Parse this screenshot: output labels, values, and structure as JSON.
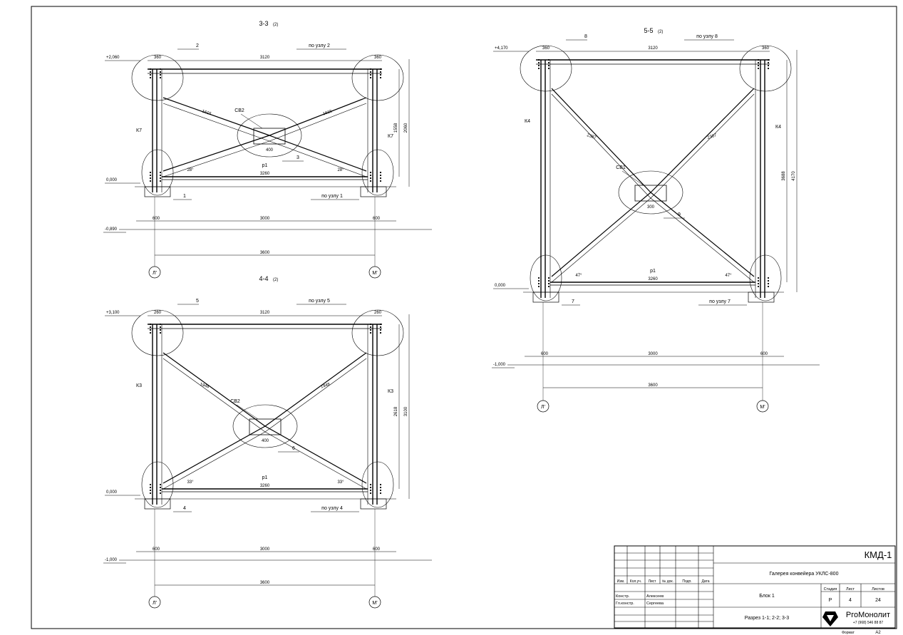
{
  "colors": {
    "line": "#000000",
    "paper": "#ffffff"
  },
  "views": [
    {
      "title": "3-3",
      "title_suffix": "(2)",
      "elev_top": "+2,060",
      "elev_base": "0,000",
      "elev_bottom": "-0,890",
      "node_top_left": "2",
      "node_top_right": "по узлу 2",
      "node_mid": "3",
      "node_bot_left": "1",
      "node_bot_right": "по узлу 1",
      "col_left": "К7",
      "col_right": "К7",
      "brace": "СВ2",
      "beam": "р1",
      "beam_len": "3260",
      "top_span": "3120",
      "base_left": "600",
      "base_mid": "3000",
      "base_right": "600",
      "axis_span": "3600",
      "top_plate": "360",
      "brace_len_l": "1615",
      "brace_len_r": "1615",
      "mid_plate": "400",
      "height_right": "2060",
      "height_sub": "1558",
      "angle_l": "28°",
      "angle_r": "28°",
      "axis_left": "Л'",
      "axis_right": "М'"
    },
    {
      "title": "4-4",
      "title_suffix": "(2)",
      "elev_top": "+3,100",
      "elev_base": "0,000",
      "elev_bottom": "-1,000",
      "node_top_left": "5",
      "node_top_right": "по узлу 5",
      "node_mid": "6",
      "node_bot_left": "4",
      "node_bot_right": "по узлу 4",
      "col_left": "К3",
      "col_right": "К3",
      "brace": "СВ2",
      "beam": "р1",
      "beam_len": "3260",
      "top_span": "3120",
      "base_left": "600",
      "base_mid": "3000",
      "base_right": "600",
      "axis_span": "3600",
      "top_plate": "260",
      "brace_len_l": "1948",
      "brace_len_r": "1948",
      "mid_plate": "400",
      "height_right": "3100",
      "height_sub": "2618",
      "angle_l": "33°",
      "angle_r": "33°",
      "axis_left": "Л'",
      "axis_right": "М'"
    },
    {
      "title": "5-5",
      "title_suffix": "(2)",
      "elev_top": "+4,170",
      "elev_base": "0,000",
      "elev_bottom": "-1,000",
      "node_top_left": "8",
      "node_top_right": "по узлу 8",
      "node_mid": "9",
      "node_bot_left": "7",
      "node_bot_right": "по узлу 7",
      "col_left": "К4",
      "col_right": "К4",
      "brace": "СВ1",
      "beam": "р1",
      "beam_len": "3260",
      "top_span": "3120",
      "base_left": "600",
      "base_mid": "3000",
      "base_right": "600",
      "axis_span": "3600",
      "top_plate": "360",
      "brace_len_l": "2387",
      "brace_len_r": "2387",
      "mid_plate": "300",
      "height_right": "4170",
      "height_sub": "3688",
      "angle_l": "47°",
      "angle_r": "47°",
      "axis_left": "Л'",
      "axis_right": "М'"
    }
  ],
  "title_block": {
    "code": "КМД-1",
    "project": "Галерея конвейера УКЛС-800",
    "block": "Блок 1",
    "sheet_name": "Разрез 1-1; 2-2; 3-3",
    "col_headers": [
      "Изм.",
      "Кол.уч.",
      "Лист",
      "№ док.",
      "Подп.",
      "Дата"
    ],
    "roles": [
      {
        "role": "Констр.",
        "name": "Алексеев"
      },
      {
        "role": "Гл.констр.",
        "name": "Сергеева"
      }
    ],
    "stage_h": "Стадия",
    "sheet_h": "Лист",
    "sheets_h": "Листов",
    "stage": "Р",
    "sheet": "4",
    "sheets": "24",
    "company": "PгоМонолит",
    "phone": "+7 (968) 546 88 87",
    "format_label": "Формат",
    "format": "А2"
  }
}
